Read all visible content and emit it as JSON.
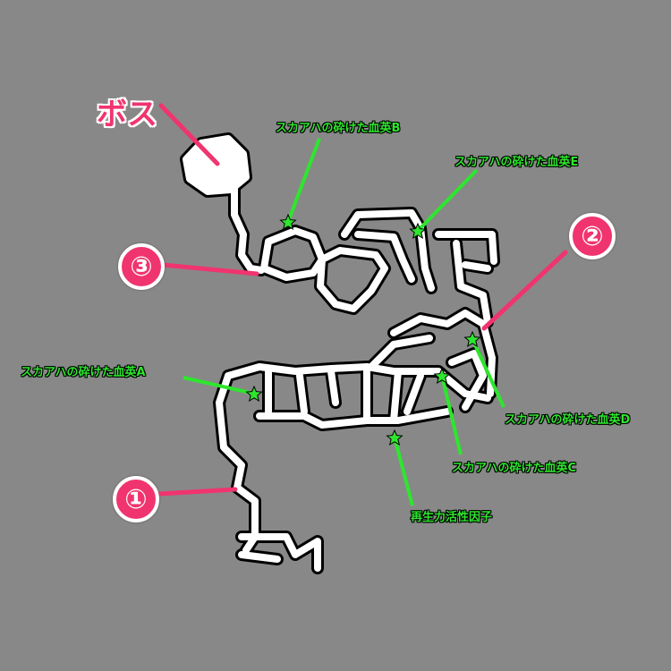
{
  "markers": {
    "boss": "ボス",
    "point_1": "①",
    "point_2": "②",
    "point_3": "③"
  },
  "items": {
    "a": "スカアハの砕けた血英A",
    "b": "スカアハの砕けた血英B",
    "c": "スカアハの砕けた血英C",
    "d": "スカアハの砕けた血英D",
    "e": "スカアハの砕けた血英E",
    "regen": "再生力活性因子"
  },
  "colors": {
    "background": "#888888",
    "marker_pink": "#f0346f",
    "item_green": "#2ee62e"
  }
}
